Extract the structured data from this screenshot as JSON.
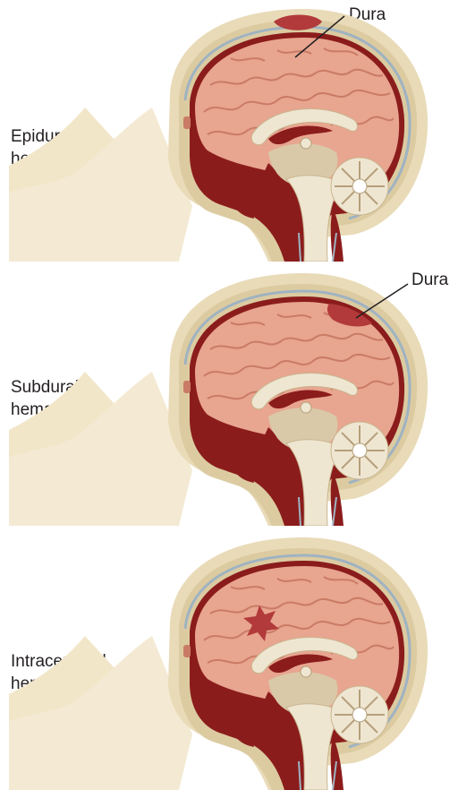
{
  "panels": [
    {
      "label_line1": "Epidural",
      "label_line2": "hematoma",
      "dura_label": "Dura",
      "hematoma_type": "epidural"
    },
    {
      "label_line1": "Subdural",
      "label_line2": "hematoma",
      "dura_label": "Dura",
      "hematoma_type": "subdural"
    },
    {
      "label_line1": "Intracerebral",
      "label_line2": "hematoma",
      "hematoma_type": "intracerebral"
    }
  ],
  "colors": {
    "skin": "#f2e6c9",
    "skull": "#e9dbb8",
    "dura": "#9fb3c2",
    "brain": "#e8a58f",
    "brain_fold": "#c97b66",
    "csf_dark": "#8b1c1c",
    "hematoma": "#b23a3a",
    "stem": "#efe6d2"
  }
}
